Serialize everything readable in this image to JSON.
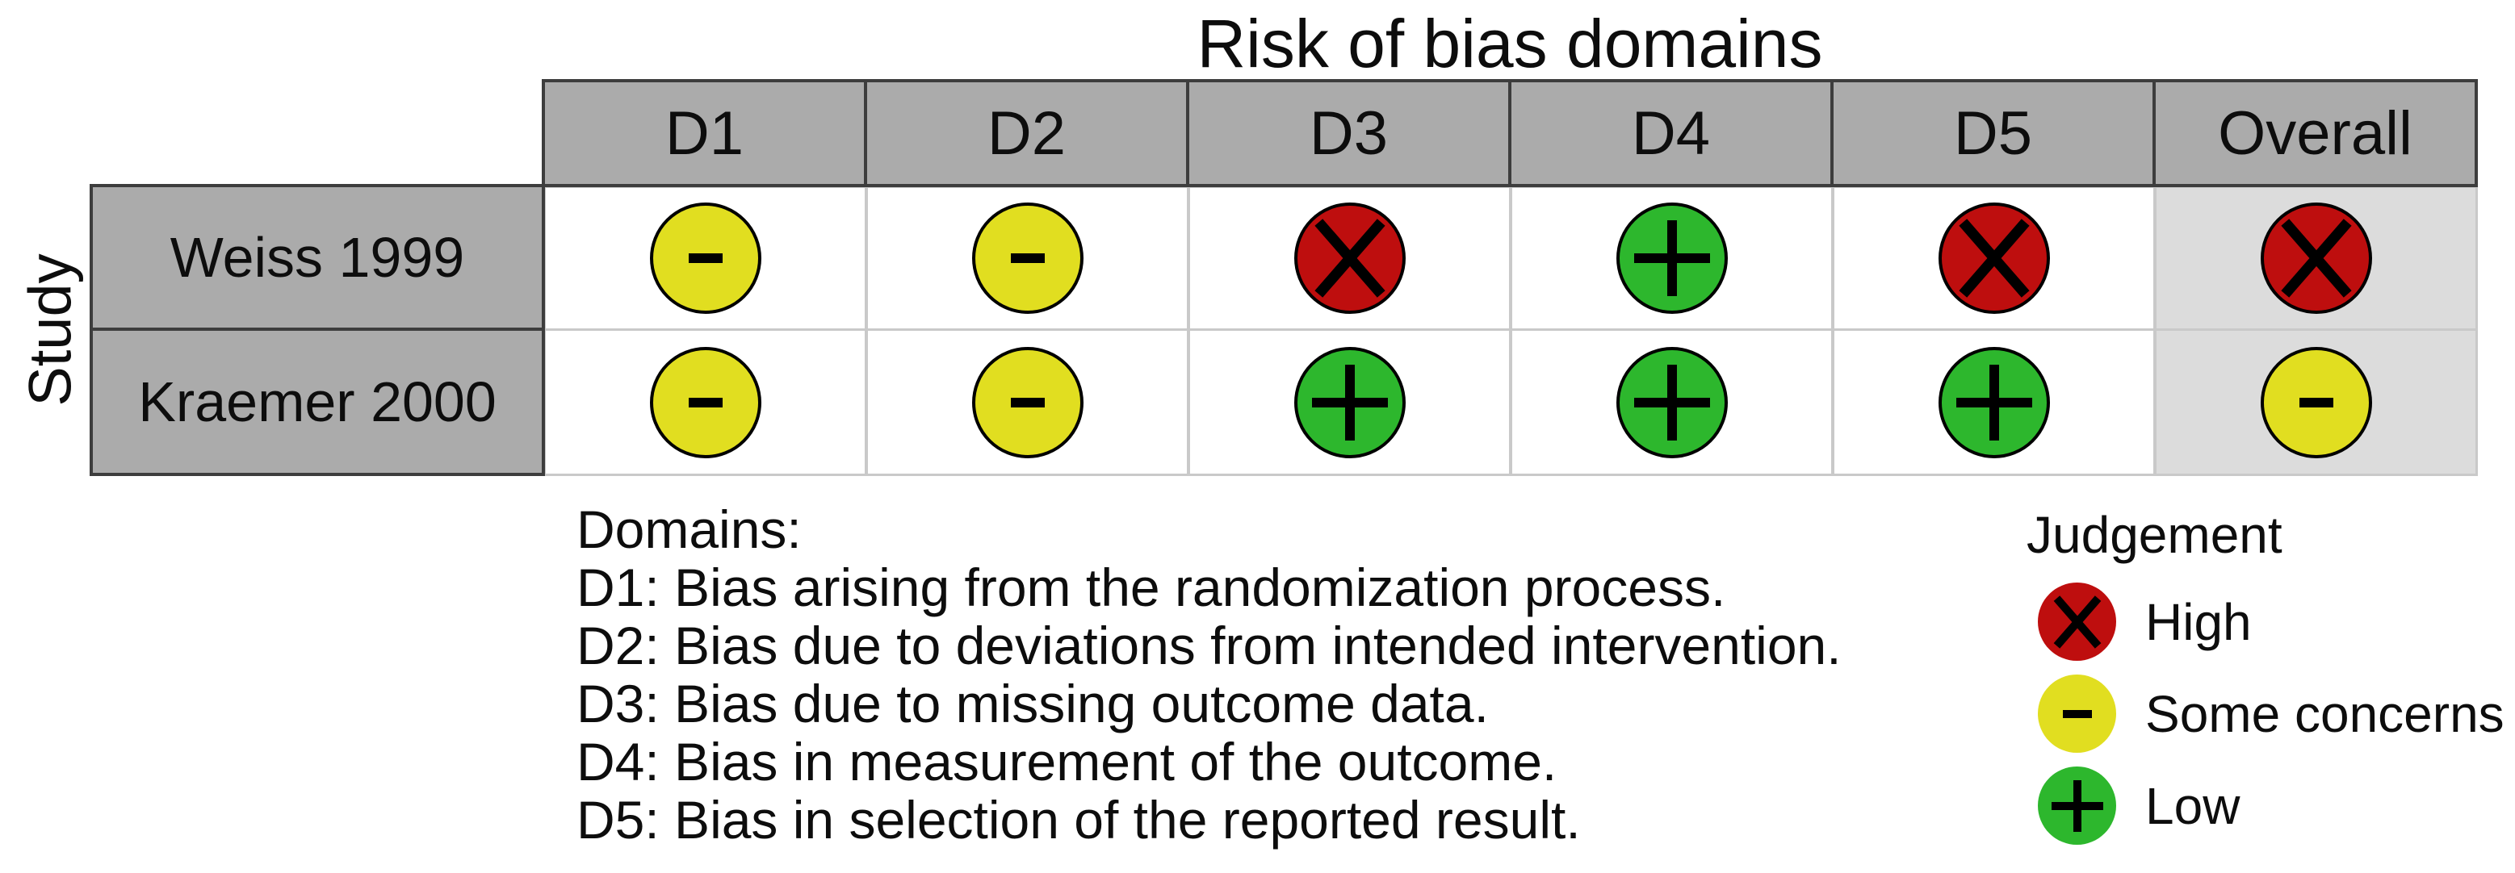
{
  "figure": {
    "title": "Risk of bias domains",
    "y_axis_label": "Study"
  },
  "columns": [
    "D1",
    "D2",
    "D3",
    "D4",
    "D5",
    "Overall"
  ],
  "rows": [
    {
      "study": "Weiss 1999",
      "judgements": [
        "some_concerns",
        "some_concerns",
        "high",
        "low",
        "high",
        "high"
      ]
    },
    {
      "study": "Kraemer 2000",
      "judgements": [
        "some_concerns",
        "some_concerns",
        "low",
        "low",
        "low",
        "some_concerns"
      ]
    }
  ],
  "footnote": {
    "heading": "Domains:",
    "items": [
      "D1: Bias arising from the randomization process.",
      "D2: Bias due to deviations from intended intervention.",
      "D3: Bias due to missing outcome data.",
      "D4: Bias in measurement of the outcome.",
      "D5: Bias in selection of the reported result."
    ]
  },
  "legend": {
    "title": "Judgement",
    "items": [
      {
        "key": "high",
        "label": "High",
        "symbol": "x",
        "color": "#BE0E0E"
      },
      {
        "key": "some_concerns",
        "label": "Some concerns",
        "symbol": "minus",
        "color": "#E1DE20"
      },
      {
        "key": "low",
        "label": "Low",
        "symbol": "plus",
        "color": "#2DB72D"
      }
    ]
  },
  "colors": {
    "high": "#BE0E0E",
    "some_concerns": "#E1DE20",
    "low": "#2DB72D",
    "header_bg": "#ABABAB",
    "overall_column_bg": "#DCDCDC",
    "cell_bg": "#FFFFFF",
    "dark_border": "#3D3D3D",
    "light_border": "#C9C9C9",
    "text": "#0D0D0D"
  },
  "chart_data": {
    "type": "table",
    "title": "Risk of bias domains",
    "x_categories": [
      "D1",
      "D2",
      "D3",
      "D4",
      "D5",
      "Overall"
    ],
    "y_categories": [
      "Weiss 1999",
      "Kraemer 2000"
    ],
    "ylabel": "Study",
    "cells": [
      [
        "Some concerns",
        "Some concerns",
        "High",
        "Low",
        "High",
        "High"
      ],
      [
        "Some concerns",
        "Some concerns",
        "Low",
        "Low",
        "Low",
        "Some concerns"
      ]
    ],
    "legend_position": "bottom-right",
    "legend": {
      "High": "red circle with X",
      "Some concerns": "yellow circle with minus",
      "Low": "green circle with plus"
    }
  }
}
